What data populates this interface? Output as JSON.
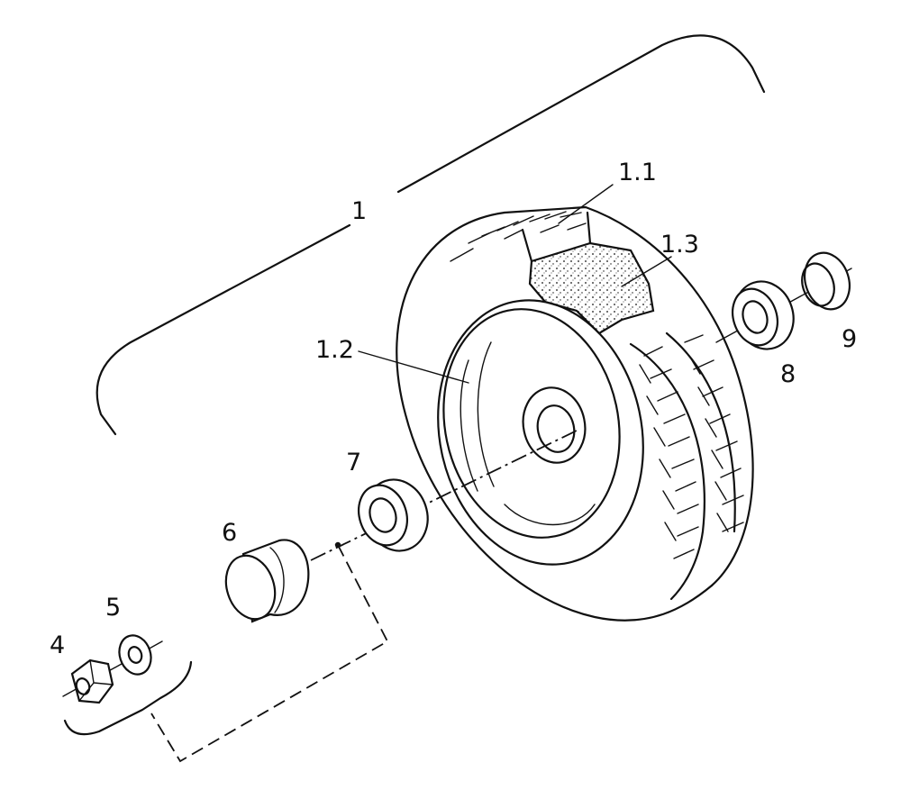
{
  "callouts": {
    "assembly": "1",
    "tread": "1.1",
    "rim": "1.2",
    "cutaway": "1.3",
    "nut": "4",
    "washer": "5",
    "cap": "6",
    "bearing_left": "7",
    "bearing_right": "8",
    "retaining_ring": "9"
  }
}
